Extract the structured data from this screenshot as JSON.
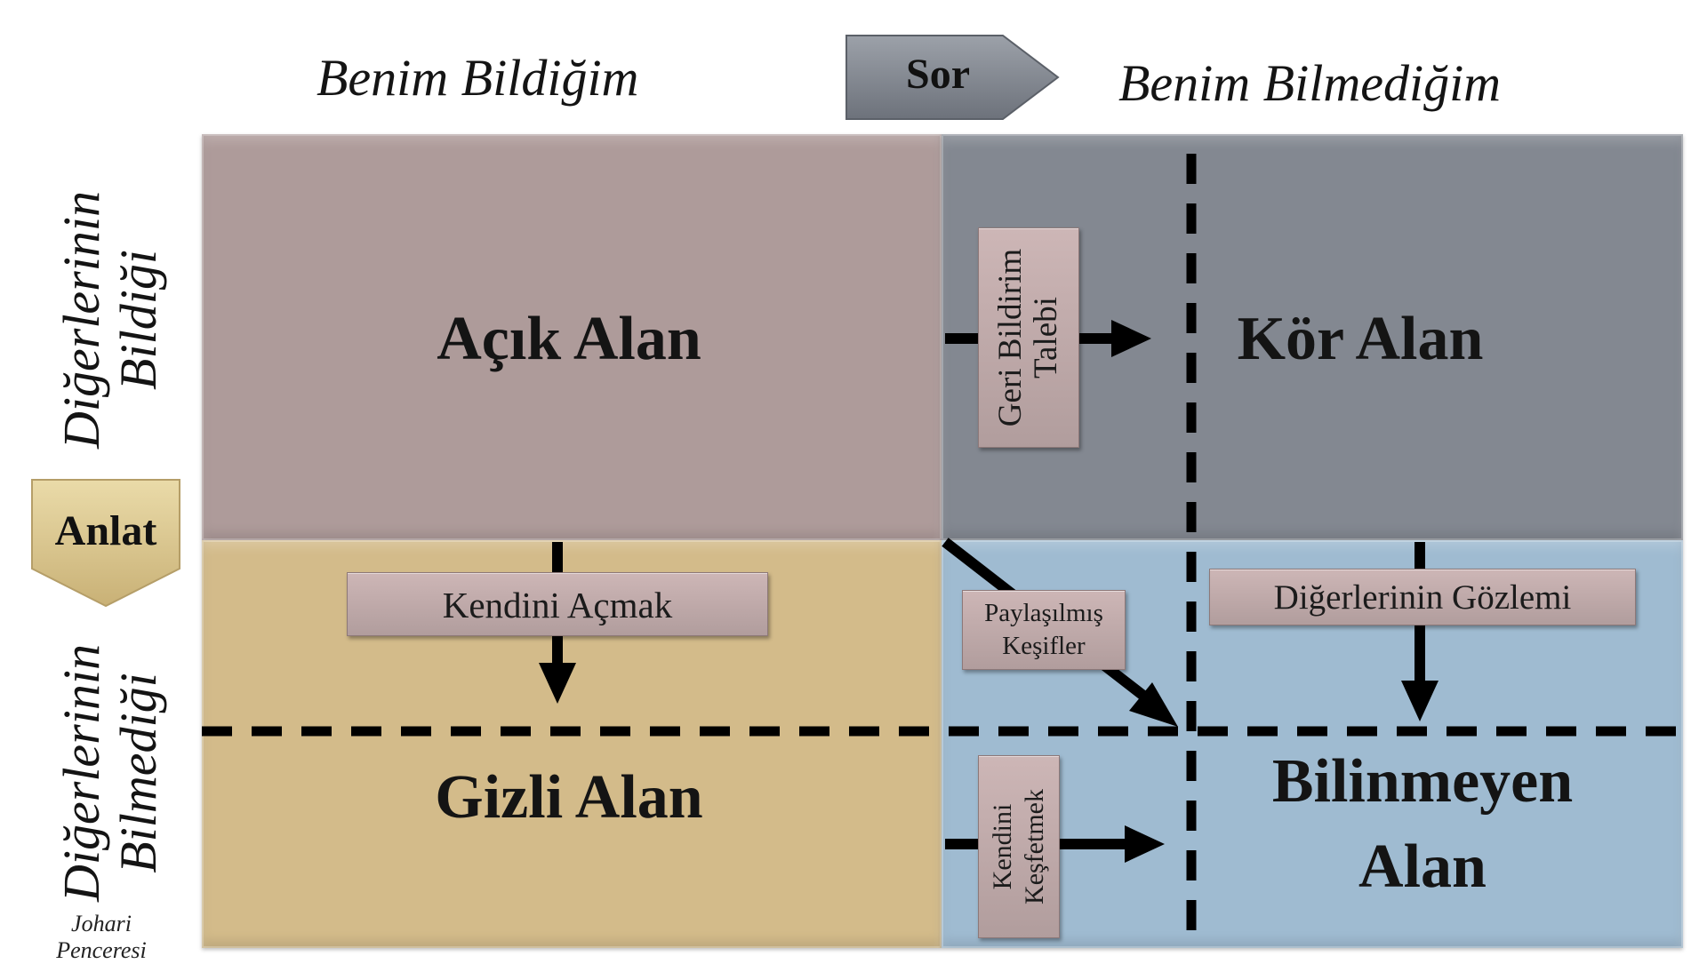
{
  "headers": {
    "top_left": "Benim Bildiğim",
    "top_right": "Benim Bilmediğim",
    "left_top_line1": "Diğerlerinin",
    "left_top_line2": "Bildiği",
    "left_bottom_line1": "Diğerlerinin",
    "left_bottom_line2": "Bilmediği"
  },
  "arrows": {
    "sor": "Sor",
    "anlat": "Anlat"
  },
  "quadrants": {
    "open": "Açık Alan",
    "blind": "Kör Alan",
    "hidden": "Gizli Alan",
    "unknown_line1": "Bilinmeyen",
    "unknown_line2": "Alan"
  },
  "tags": {
    "feedback_line1": "Geri Bildirim",
    "feedback_line2": "Talebi",
    "self_disclosure": "Kendini Açmak",
    "shared_line1": "Paylaşılmış",
    "shared_line2": "Keşifler",
    "others_observation": "Diğerlerinin Gözlemi",
    "self_discovery_line1": "Kendini",
    "self_discovery_line2": "Keşfetmek"
  },
  "caption": {
    "line1": "Johari",
    "line2": "Penceresi"
  },
  "colors": {
    "open": "#ae9b9a",
    "blind": "#838891",
    "hidden": "#d3bb8a",
    "unknown": "#9fbbd1",
    "tag": "#c4adad",
    "sor_arrow": "#7e838c",
    "anlat_arrow": "#d9c390"
  }
}
